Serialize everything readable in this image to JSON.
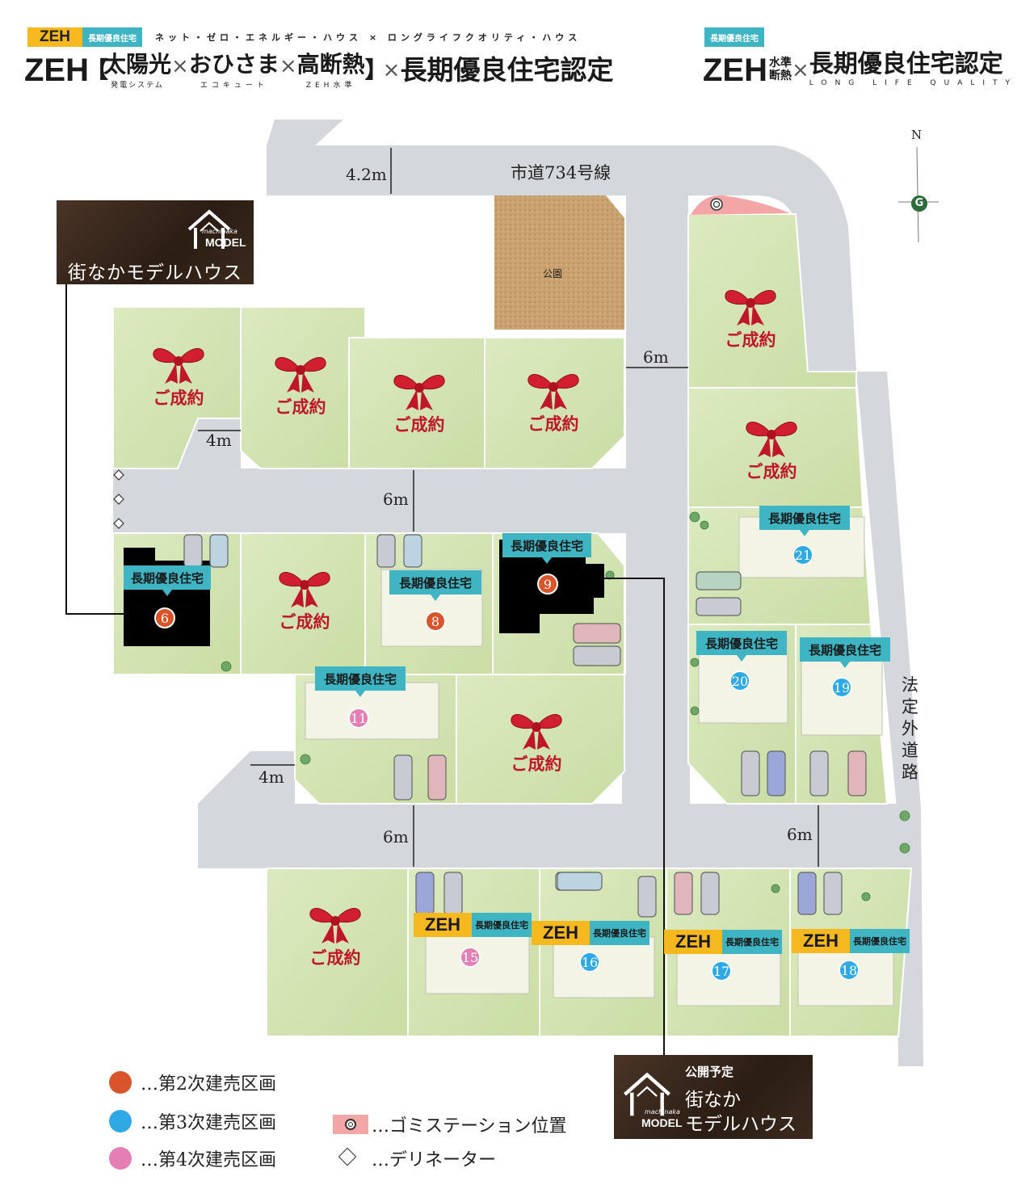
{
  "header": {
    "zeh_badge": "ZEH",
    "lq_badge_small": "長期優良住宅",
    "tagline": "ネット・ゼロ・エネルギー・ハウス × ロングライフクオリティ・ハウス",
    "left_title_zeh": "ZEH",
    "left_title_bracket_open": "【",
    "term_solar": "太陽光",
    "term_solar_sub": "発電システム",
    "term_sun": "おひさま",
    "term_sun_sub": "エコキュート",
    "term_insulation": "高断熱",
    "term_insulation_sub": "ZEH水準",
    "left_title_bracket_close": "】",
    "times": "×",
    "left_title_tail": "長期優良住宅認定",
    "right_badge": "長期優良住宅",
    "right_title_zeh": "ZEH",
    "right_title_small_1": "水準",
    "right_title_small_2": "断熱",
    "right_title_tail": "長期優良住宅認定",
    "right_title_sub": "LONG LIFE QUALITY"
  },
  "map": {
    "road_name": "市道734号線",
    "side_road_name": "法定外道路",
    "compass_n": "N",
    "park_label": "公園",
    "dims": {
      "top_road": "4.2m",
      "road_6m": "6m",
      "road_4m": "4m"
    },
    "sold_label": "ご成約",
    "lq_label": "長期優良住宅",
    "zeh_label": "ZEH",
    "lots": [
      {
        "num": "6",
        "color": "#d9542b"
      },
      {
        "num": "8",
        "color": "#d9542b"
      },
      {
        "num": "9",
        "color": "#d9542b"
      },
      {
        "num": "11",
        "color": "#e57fb3"
      },
      {
        "num": "15",
        "color": "#e57fb3"
      },
      {
        "num": "16",
        "color": "#2fa9e6"
      },
      {
        "num": "17",
        "color": "#2fa9e6"
      },
      {
        "num": "18",
        "color": "#2fa9e6"
      },
      {
        "num": "19",
        "color": "#2fa9e6"
      },
      {
        "num": "20",
        "color": "#2fa9e6"
      },
      {
        "num": "21",
        "color": "#2fa9e6"
      }
    ]
  },
  "model_house": {
    "brand_script": "machinaka",
    "brand_model": "MODEL",
    "name": "街なかモデルハウス",
    "upcoming_label": "公開予定",
    "upcoming_name_1": "街なか",
    "upcoming_name_2": "モデルハウス"
  },
  "legend": {
    "phase2": "…第2次建売区画",
    "phase3": "…第3次建売区画",
    "phase4": "…第4次建売区画",
    "garbage": "…ゴミステーション位置",
    "delineator": "…デリネーター",
    "phase2_color": "#d9542b",
    "phase3_color": "#2fa9e6",
    "phase4_color": "#e57fb3"
  }
}
